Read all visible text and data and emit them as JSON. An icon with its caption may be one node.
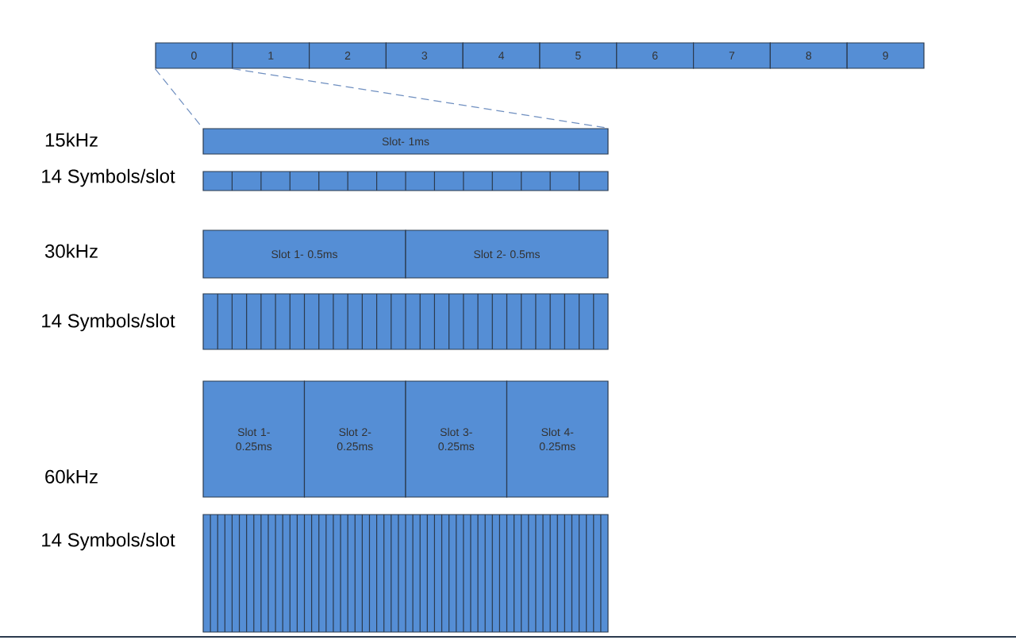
{
  "diagram": {
    "nodes": [
      {
        "text": [
          "0"
        ]
      },
      {
        "text": [
          "1"
        ]
      },
      {
        "text": [
          "2"
        ]
      },
      {
        "text": [
          "3"
        ]
      },
      {
        "text": [
          "4"
        ]
      },
      {
        "text": [
          "5"
        ]
      },
      {
        "text": [
          "6"
        ]
      },
      {
        "text": [
          "7"
        ]
      },
      {
        "text": [
          "8"
        ]
      },
      {
        "text": [
          "9"
        ]
      },
      {
        "text": [
          "Slot- 1ms"
        ]
      },
      {
        "text": [],
        "shape": "bar"
      },
      {
        "text": [
          "Slot 1- 0.5ms"
        ]
      },
      {
        "text": [
          "Slot 2- 0.5ms"
        ]
      },
      {
        "text": [],
        "shape": "bar"
      },
      {
        "text": [
          "Slot 1- 0.25ms"
        ]
      },
      {
        "text": [
          "Slot 2- 0.25ms"
        ]
      },
      {
        "text": [
          "Slot 3- 0.25ms"
        ]
      },
      {
        "text": [
          "Slot 4- 0.25ms"
        ]
      },
      {
        "text": [],
        "shape": "bar"
      }
    ],
    "edges": [
      {
        "from": 0,
        "to": 10,
        "arrow": "none",
        "style": "dashed"
      },
      {
        "from": 0,
        "to": 10,
        "arrow": "none",
        "style": "dashed"
      }
    ],
    "labels": [
      "15kHz",
      "14 Symbols/slot",
      "30kHz",
      "14 Symbols/slot",
      "60kHz",
      "14 Symbols/slot"
    ]
  }
}
